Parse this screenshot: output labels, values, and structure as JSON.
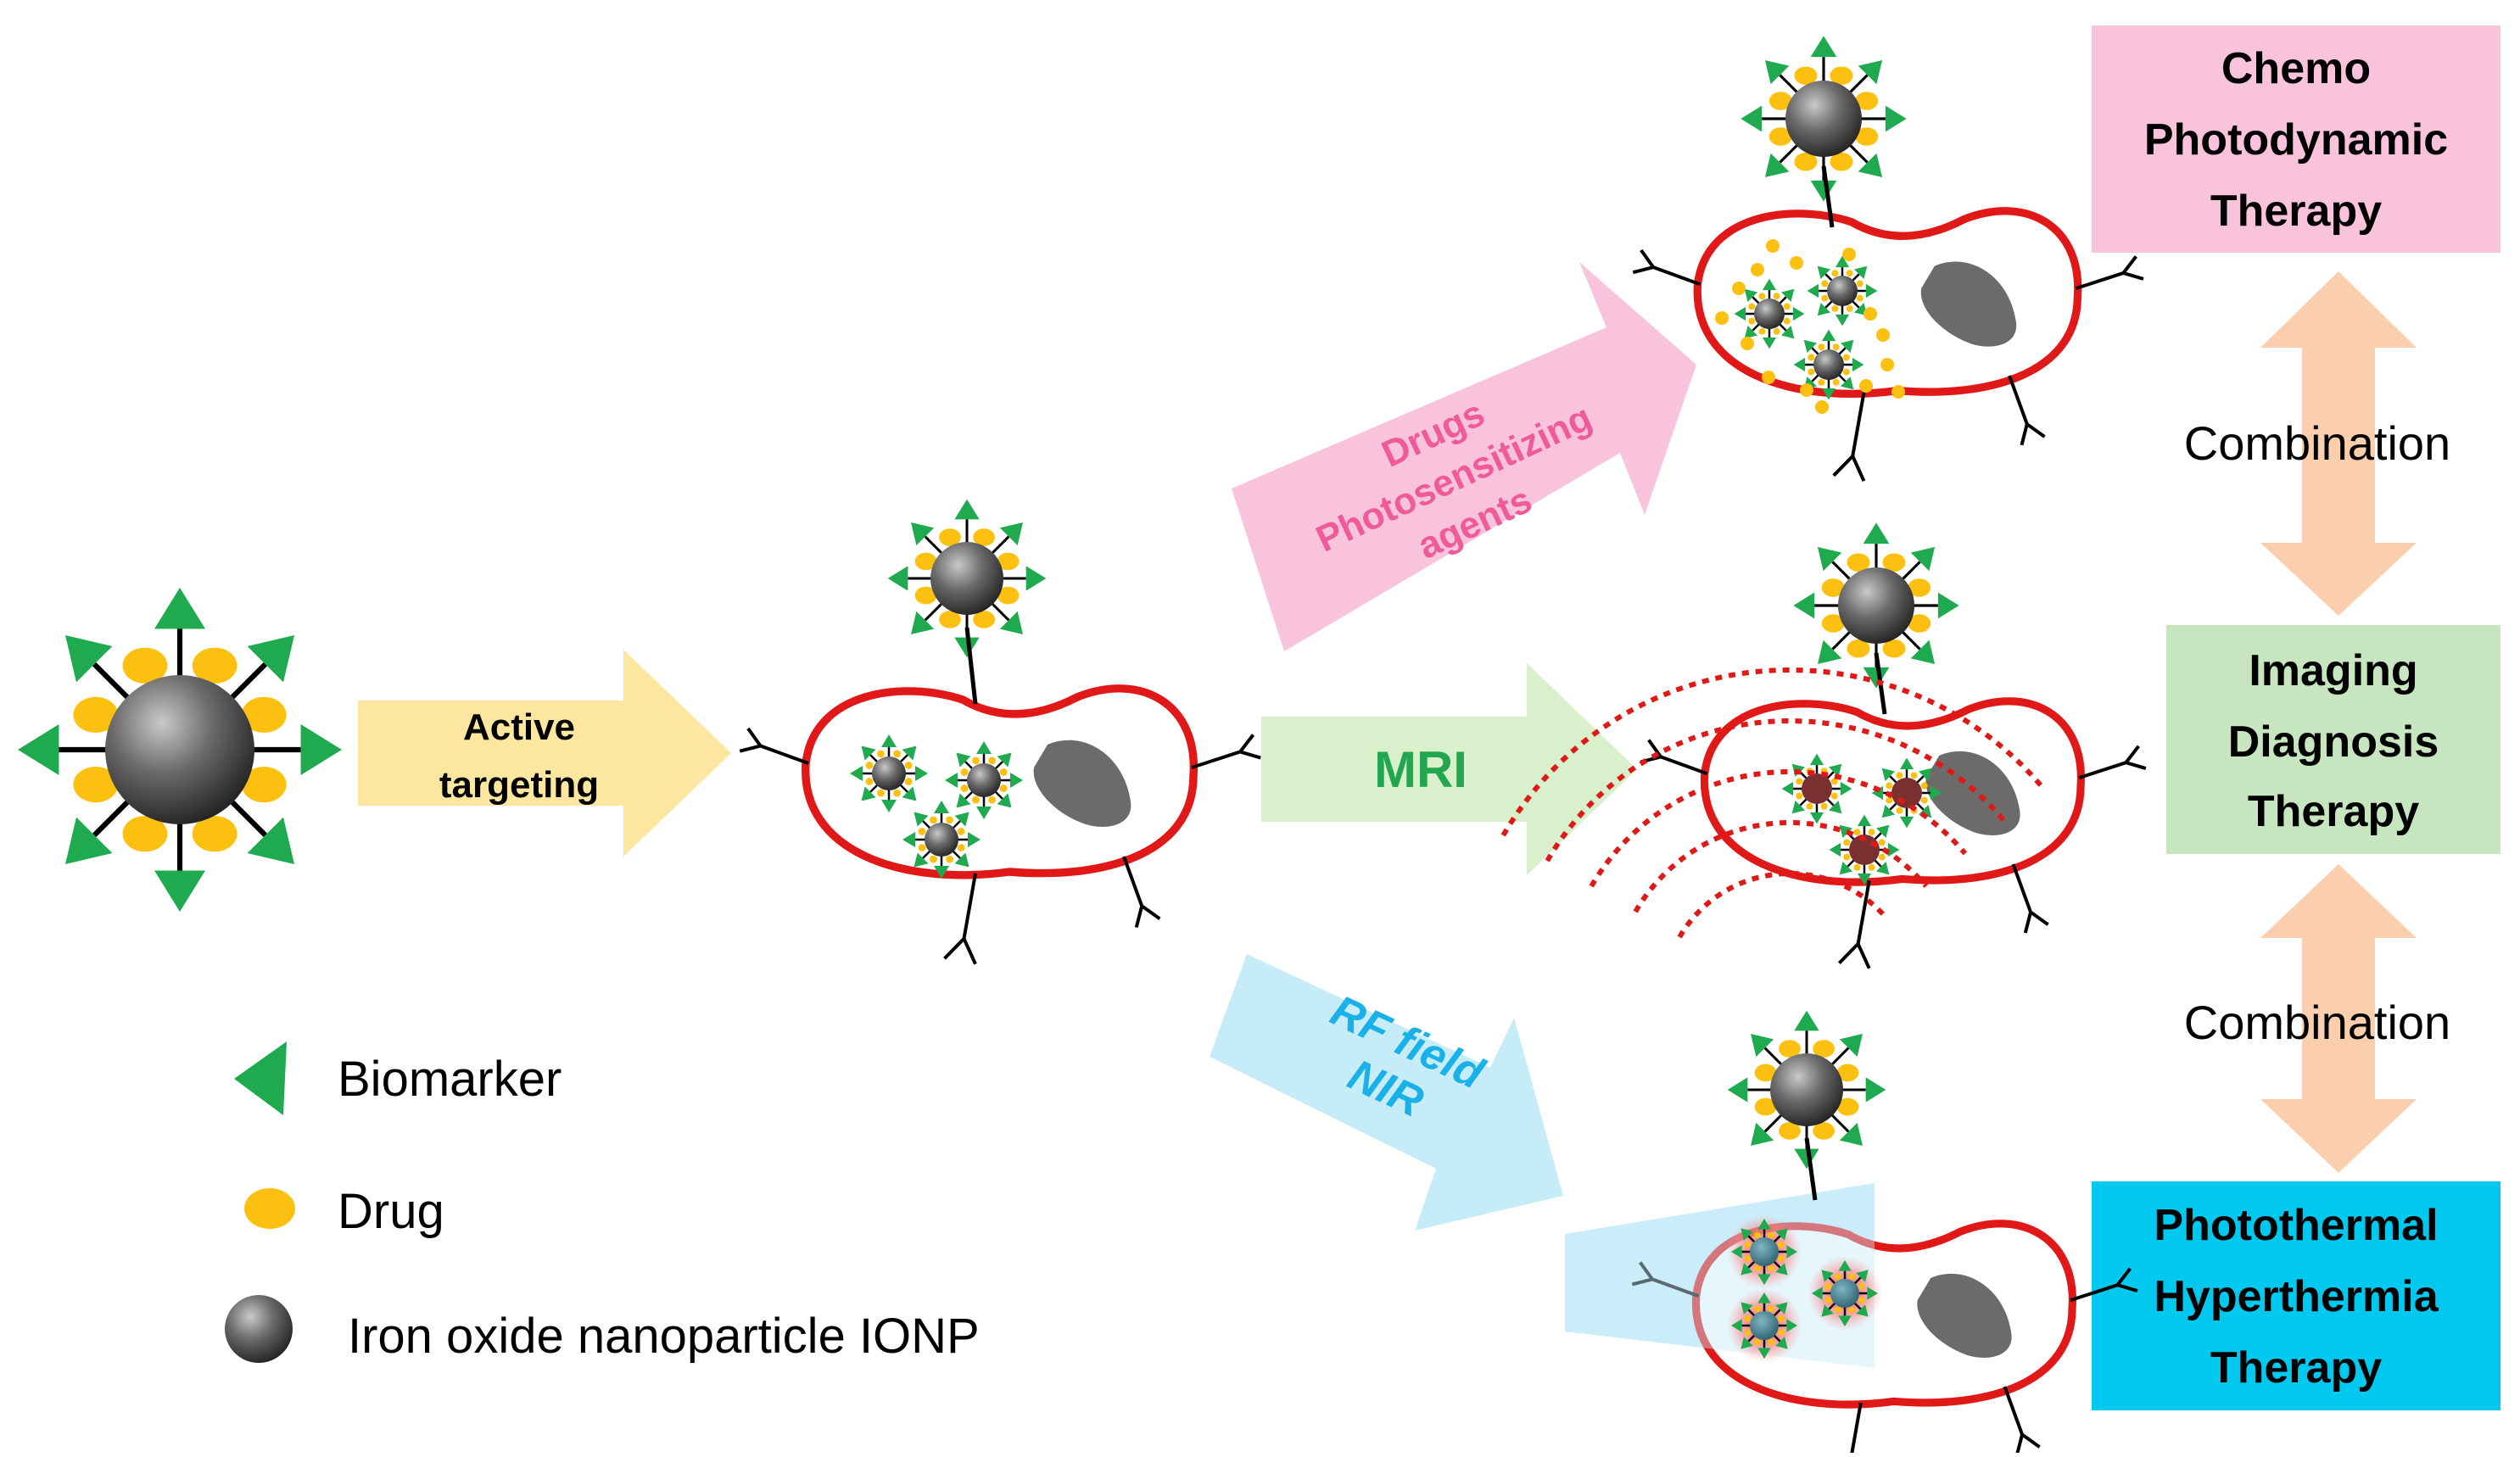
{
  "arrows": {
    "active_targeting": {
      "line1": "Active",
      "line2": "targeting",
      "color": "#fde6a0",
      "text_color": "#000000"
    },
    "drugs": {
      "line1": "Drugs",
      "line2": "Photosensitizing",
      "line3": "agents",
      "color": "#f9c3dc",
      "text_color": "#ef5a9a"
    },
    "mri": {
      "label": "MRI",
      "color": "#d9f0cc",
      "text_color": "#22a650"
    },
    "rf": {
      "line1": "RF field",
      "line2": "NIR",
      "color": "#c6ecf8",
      "text_color": "#1ab0e8"
    }
  },
  "therapy_boxes": {
    "chemo": {
      "line1": "Chemo",
      "line2": "Photodynamic",
      "line3": "Therapy",
      "color": "#f9c3dc"
    },
    "imaging": {
      "line1": "Imaging",
      "line2": "Diagnosis",
      "line3": "Therapy",
      "color": "#c7e6c0"
    },
    "photothermal": {
      "line1": "Photothermal",
      "line2": "Hyperthermia",
      "line3": "Therapy",
      "color": "#00c8ee"
    }
  },
  "combination": {
    "label1": "Combination",
    "label2": "Combination",
    "arrow_color": "#fbcfae"
  },
  "legend": {
    "biomarker": "Biomarker",
    "drug": "Drug",
    "ionp": "Iron oxide nanoparticle IONP"
  },
  "colors": {
    "biomarker": "#1faa50",
    "drug": "#fcc010",
    "cell_membrane": "#e01818",
    "nucleus": "#6d6a6a",
    "particle_dark": "#3a3a3a"
  }
}
